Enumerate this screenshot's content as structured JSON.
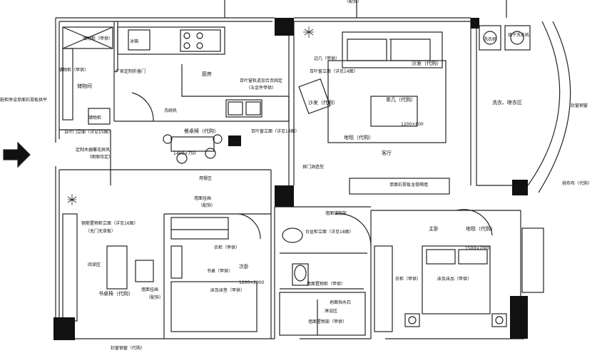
{
  "labels": {
    "storage_room": "储物间",
    "cabinet_top_1": "储物柜（甲供）",
    "cabinet_left": "储物柜（甲供）",
    "cabinet_bottom": "储物柜",
    "fridge": "冰箱",
    "folding_door": "厂家定制折叠门",
    "kitchen": "厨房",
    "blinds_kitchen": "百叶窗轨道加合页固定",
    "blinds_kitchen_2": "（五金件甲供）",
    "dishwasher": "洗碗机",
    "shoe_cabinet_side": "鞋柜旁设单面石膏板拱平",
    "blinds_door_left": "百叶门立面（详见15图）",
    "wood_screen": "定制木器雕花屏风",
    "wood_screen_2": "（图案待定）",
    "dining_chair": "餐桌椅（代购）",
    "dining_size": "1400×750",
    "dining_area": "用餐区",
    "blinds_dining": "百叶窗立面（详见14图）",
    "blinds_sofa": "百叶窗立面（详见14图）",
    "side_table": "边几（甲供）",
    "sofa_top": "沙发（代购）",
    "sofa_left": "沙发（代购）",
    "coffee_table": "茶几（代购）",
    "rug": "地毯（代购）",
    "rug_size": "1200×800",
    "living_room": "客厅",
    "arch_door": "拱门洞造型",
    "tv_wall": "单面石膏板龙骨隔墙",
    "laundry": "洗衣、晾衣区",
    "washer": "洗衣机",
    "dryer": "烘干洗衣机",
    "sealed_window": "封窗钢窗",
    "curtain_right": "挑布布（代购）",
    "wall_paint_1": "墙面挂画",
    "wall_paint_1b": "（配饰）",
    "wardrobe_2": "衣柜（甲供）",
    "second_bedroom": "次卧",
    "shoe_cab_2": "书桌（甲供）",
    "bed_2": "床及床垫（甲供）",
    "bed_2_size": "1200×2000",
    "wall_paint_2": "墙面挂画",
    "wall_paint_2b": "（配饰）",
    "wall_storage": "墙面储物架",
    "basin": "台盆柜立面（详见18图）",
    "wall_rack": "墙面置物柜（甲供）",
    "floor_drain": "地面挡水石",
    "shower": "淋浴区",
    "wall_rack_2": "墙面置物架（甲供）",
    "master_bedroom": "主卧",
    "rug_master": "地毯（代购）",
    "bed_master_size": "1500×2000",
    "wardrobe_master": "衣柜（甲供）",
    "bed_master": "床及床品（甲供）",
    "glass_shelf": "钢筋置物柜立面（详见16图）",
    "glass_shelf_2": "（无门无背板）",
    "reading_area": "阅读区",
    "desk_chair": "书桌椅（代购）",
    "sealed_window_bottom": "封窗钢窗（代购）",
    "top_note": "（配饰）"
  }
}
